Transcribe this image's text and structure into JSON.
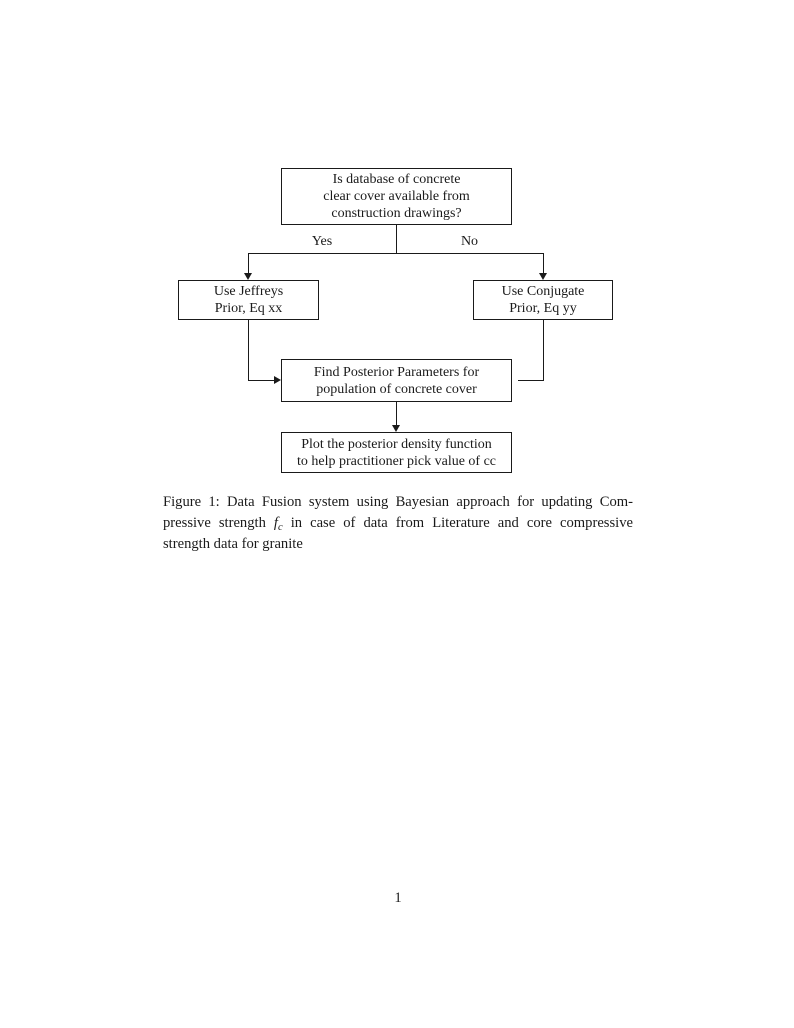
{
  "page": {
    "number": "1"
  },
  "flowchart": {
    "top_box": "Is database of concrete\nclear cover available from\nconstruction drawings?",
    "yes_label": "Yes",
    "no_label": "No",
    "left_box": "Use Jeffreys\nPrior, Eq xx",
    "right_box": "Use Conjugate\nPrior, Eq yy",
    "middle_box": "Find Posterior Parameters for\npopulation of concrete cover",
    "bottom_box": "Plot the posterior density function\nto help practitioner pick value of cc"
  },
  "caption": {
    "line1": "Figure 1: Data Fusion system using Bayesian approach for updating Com-",
    "line2_pre": "pressive strength ",
    "fc_base": "f",
    "fc_sub": "c",
    "line2_post": " in case of data from Literature and core compressive",
    "line3": "strength data for granite"
  },
  "colors": {
    "ink": "#1a1a1a",
    "background": "#ffffff"
  }
}
